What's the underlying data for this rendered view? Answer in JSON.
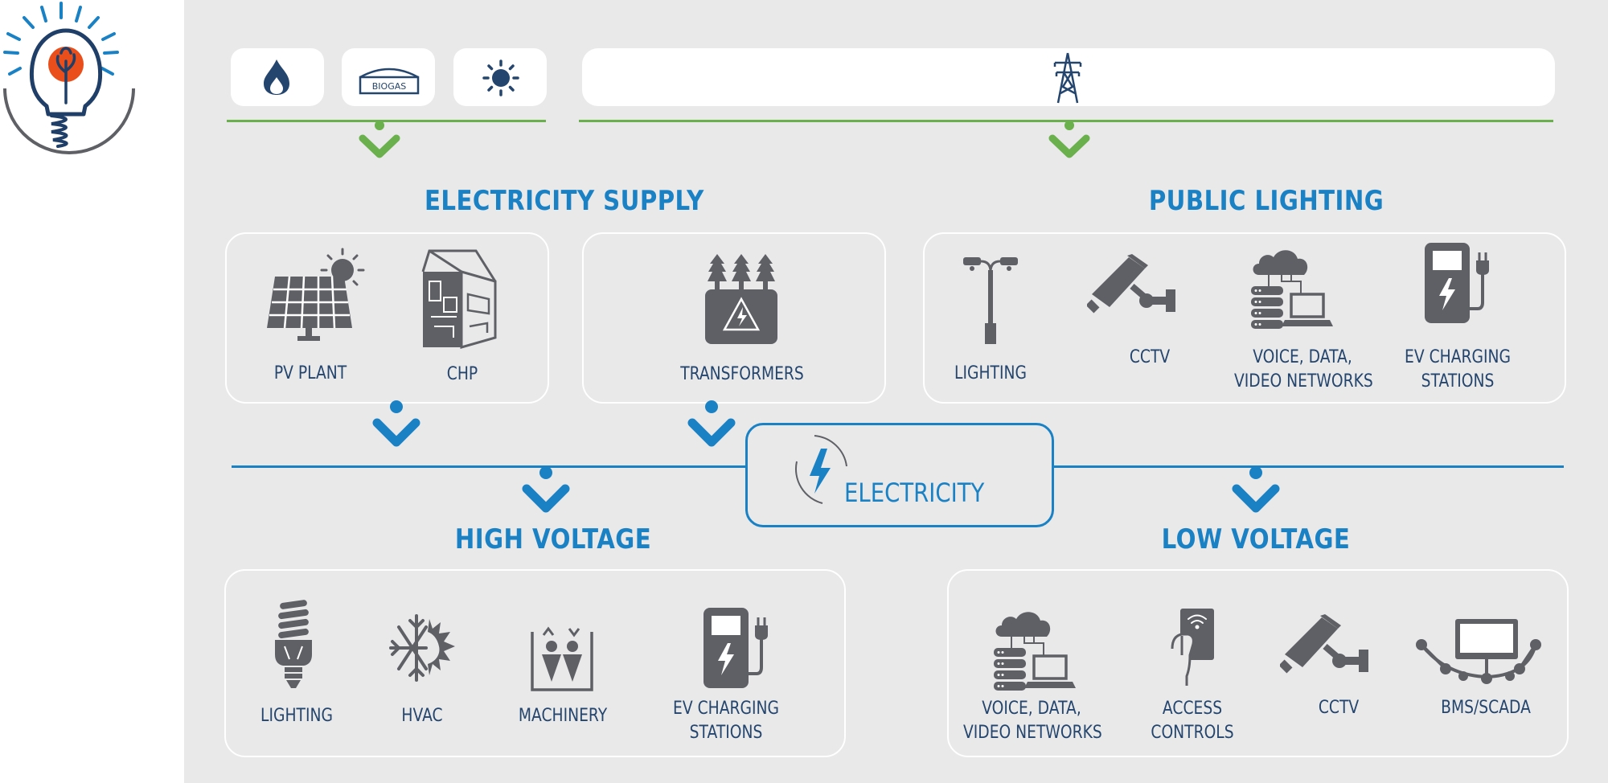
{
  "sources": {
    "biogas_label": "BIOGAS"
  },
  "sections": {
    "electricity_supply": "ELECTRICITY SUPPLY",
    "public_lighting": "PUBLIC LIGHTING",
    "high_voltage": "HIGH VOLTAGE",
    "low_voltage": "LOW VOLTAGE"
  },
  "center": {
    "label": "ELECTRICITY"
  },
  "supply_items": [
    {
      "label": "PV PLANT",
      "icon": "solar-panel-icon"
    },
    {
      "label": "CHP",
      "icon": "chp-unit-icon"
    }
  ],
  "transformer_items": [
    {
      "label": "TRANSFORMERS",
      "icon": "transformer-icon"
    }
  ],
  "public_items": [
    {
      "label": "LIGHTING",
      "icon": "street-lamp-icon"
    },
    {
      "label": "CCTV",
      "icon": "cctv-camera-icon"
    },
    {
      "line1": "VOICE, DATA,",
      "line2": "VIDEO NETWORKS",
      "icon": "network-icon"
    },
    {
      "line1": "EV CHARGING",
      "line2": "STATIONS",
      "icon": "ev-charger-icon"
    }
  ],
  "hv_items": [
    {
      "label": "LIGHTING",
      "icon": "cfl-bulb-icon"
    },
    {
      "label": "HVAC",
      "icon": "hvac-icon"
    },
    {
      "label": "MACHINERY",
      "icon": "elevator-icon"
    },
    {
      "line1": "EV CHARGING",
      "line2": "STATIONS",
      "icon": "ev-charger-icon"
    }
  ],
  "lv_items": [
    {
      "line1": "VOICE, DATA,",
      "line2": "VIDEO NETWORKS",
      "icon": "network-icon"
    },
    {
      "line1": "ACCESS",
      "line2": "CONTROLS",
      "icon": "access-card-reader-icon"
    },
    {
      "label": "CCTV",
      "icon": "cctv-camera-icon"
    },
    {
      "label": "BMS/SCADA",
      "icon": "monitor-network-icon"
    }
  ],
  "colors": {
    "blue": "#1a82c4",
    "green": "#6ab04c",
    "navy": "#24456d",
    "grey_icon": "#5f6065",
    "panel": "#e9e9ea",
    "orange": "#e94e1b"
  }
}
